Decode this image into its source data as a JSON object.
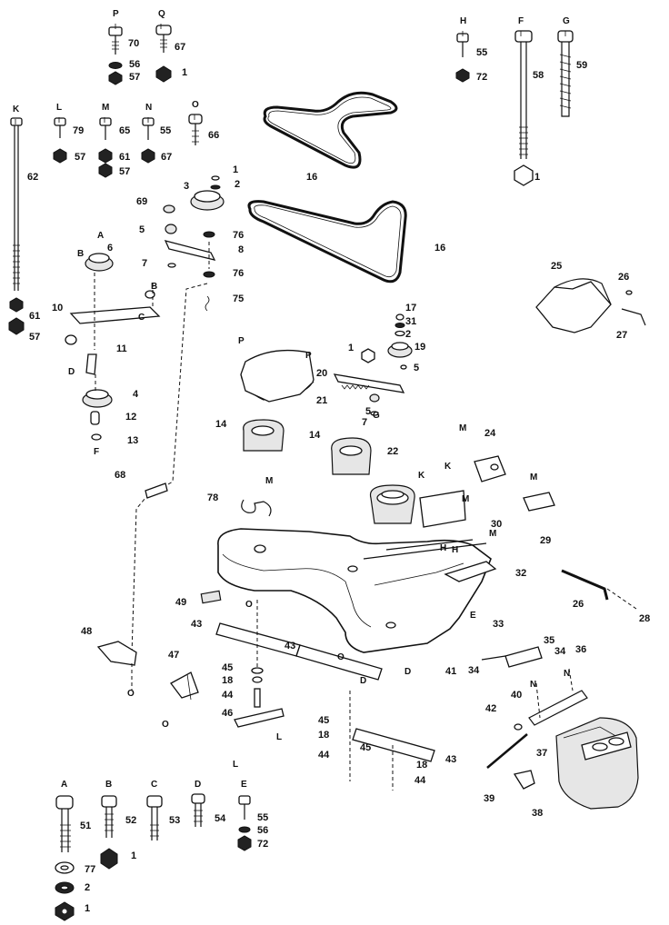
{
  "part_numbers": [
    "1",
    "2",
    "3",
    "4",
    "5",
    "6",
    "7",
    "8",
    "10",
    "11",
    "12",
    "13",
    "14",
    "16",
    "17",
    "18",
    "19",
    "20",
    "21",
    "22",
    "24",
    "25",
    "26",
    "27",
    "28",
    "29",
    "30",
    "31",
    "32",
    "33",
    "34",
    "35",
    "36",
    "37",
    "38",
    "39",
    "40",
    "41",
    "42",
    "43",
    "44",
    "45",
    "46",
    "47",
    "48",
    "49",
    "51",
    "52",
    "53",
    "54",
    "55",
    "56",
    "57",
    "58",
    "59",
    "61",
    "62",
    "65",
    "66",
    "67",
    "68",
    "69",
    "70",
    "72",
    "75",
    "76",
    "77",
    "78",
    "79"
  ],
  "letters": [
    "A",
    "B",
    "C",
    "D",
    "E",
    "F",
    "G",
    "H",
    "K",
    "L",
    "M",
    "N",
    "O",
    "P",
    "Q"
  ]
}
